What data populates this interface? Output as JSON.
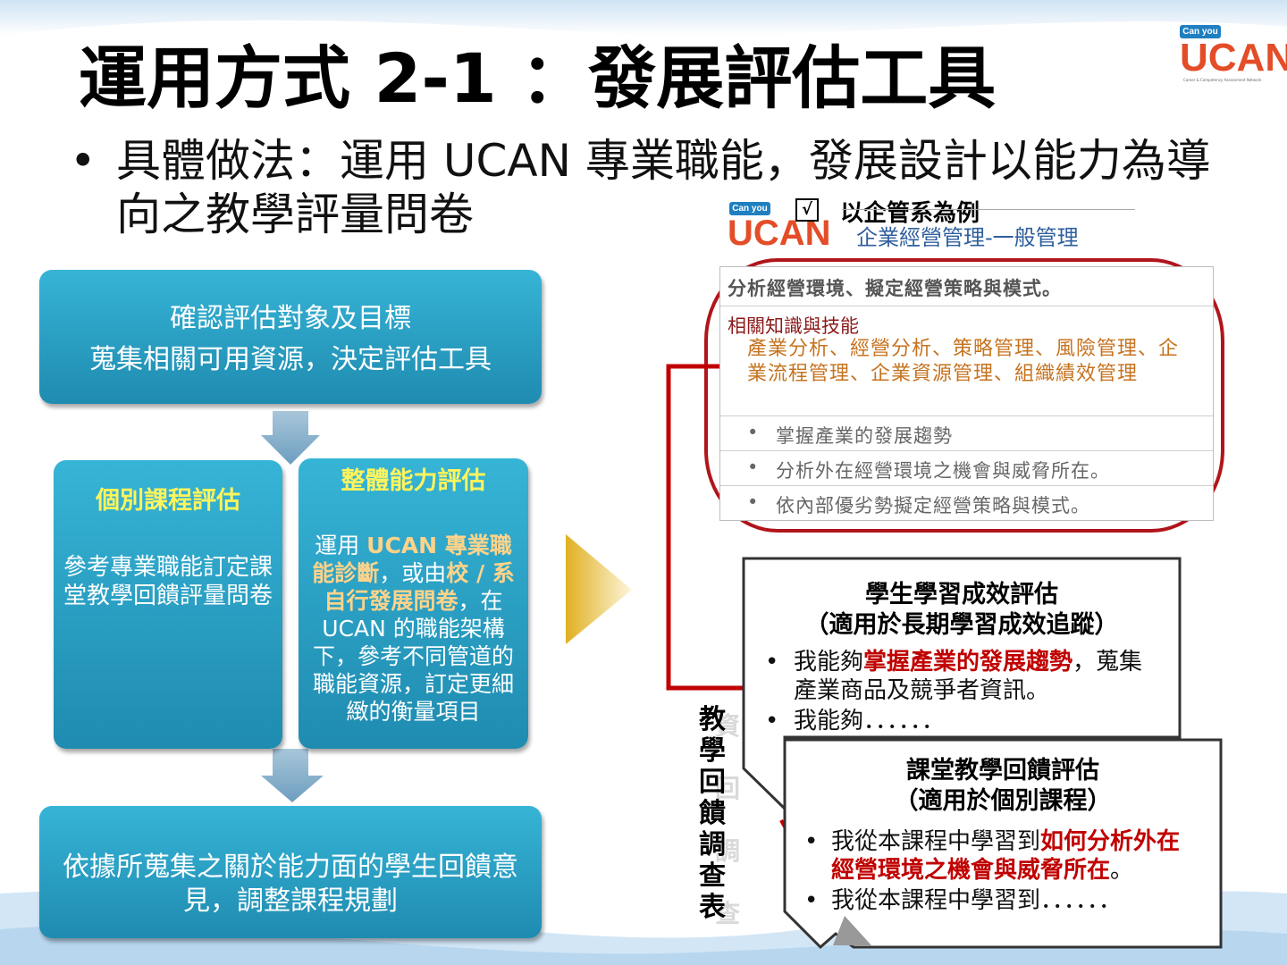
{
  "title": "運用方式 2-1 ：發展評估工具",
  "bullet": {
    "marker": "•",
    "text": "具體做法：運用 UCAN 專業職能，發展設計以能力為導向之教學評量問卷"
  },
  "logo": {
    "badge": "Can you ?",
    "name": "UCAN",
    "tagline": "Career & Competency Assessment Network"
  },
  "flow": {
    "top_line1": "確認評估對象及目標",
    "top_line2": "蒐集相關可用資源，決定評估工具",
    "left_title": "個別課程評估",
    "left_body": "參考專業職能訂定課堂教學回饋評量問卷",
    "right_title": "整體能力評估",
    "right_p1": "運用 ",
    "right_h1": "UCAN 專業職能診斷",
    "right_p2": "，或由",
    "right_h2": "校 / 系自行發展問卷",
    "right_p3": "，在 UCAN 的職能架構下，參考不同管道的職能資源，訂定更細緻的衡量項目",
    "bottom": "依據所蒐集之關於能力面的學生回饋意見，調整課程規劃"
  },
  "example": {
    "check": "√",
    "label": "以企管系為例",
    "logo_badge": "Can you ?",
    "logo_name": "UCAN",
    "category": "企業經營管理-一般管理",
    "competency": "分析經營環境、擬定經營策略與模式。",
    "knowledge_title": "相關知識與技能",
    "knowledge_body": "產業分析、經營分析、策略管理、風險管理、企業流程管理、企業資源管理、組織績效管理",
    "items": [
      "掌握產業的發展趨勢",
      "分析外在經營環境之機會與威脅所在。",
      "依內部優劣勢擬定經營策略與模式。"
    ]
  },
  "vertical_label": "教學回饋調查表",
  "callout1": {
    "title1": "學生學習成效評估",
    "title2": "（適用於長期學習成效追蹤）",
    "b1_pre": "我能夠",
    "b1_hl": "掌握產業的發展趨勢",
    "b1_post": "，蒐集產業商品及競爭者資訊。",
    "b2": "我能夠．．．．．．"
  },
  "callout2": {
    "title1": "課堂教學回饋評估",
    "title2": "（適用於個別課程）",
    "b1_pre": "我從本課程中學習到",
    "b1_hl": "如何分析外在經營環境之機會與威脅所在",
    "b1_post": "。",
    "b2": "我從本課程中學習到．．．．．．"
  },
  "colors": {
    "box_blue": "#2aa2c8",
    "highlight_yellow": "#fff45c",
    "red": "#c00000",
    "arrow_gold": "#e2b52a"
  }
}
